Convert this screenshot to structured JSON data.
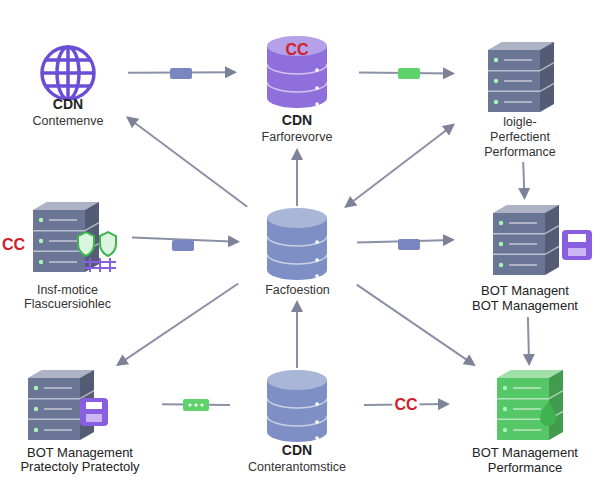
{
  "diagram": {
    "nodes": [
      {
        "text": [
          "CDN",
          "Contemenve"
        ]
      },
      {
        "text": [
          "CC",
          "CDN",
          "Farforevorve"
        ]
      },
      {
        "text": [
          "loigle- Perfectient Performance"
        ]
      },
      {
        "text": [
          "Insf-motice",
          "Flascuersiohlec"
        ]
      },
      {
        "text": [
          "Facfoestion"
        ]
      },
      {
        "text": [
          "BOT Managent",
          "BOT Management"
        ]
      },
      {
        "text": [
          "BOT Management",
          "Pratectoly Pratectoly"
        ]
      },
      {
        "text": [
          "CDN",
          "Conterantomstice"
        ]
      },
      {
        "text": [
          "BOT Management",
          "Performance"
        ]
      }
    ],
    "edges": [
      {
        "from": 0,
        "to": 1,
        "arrow": "to"
      },
      {
        "from": 1,
        "to": 2,
        "arrow": "to"
      },
      {
        "from": 2,
        "to": 5,
        "arrow": "to"
      },
      {
        "from": 5,
        "to": 8,
        "arrow": "to"
      },
      {
        "from": 4,
        "to": 0,
        "arrow": "to"
      },
      {
        "from": 4,
        "to": 1,
        "arrow": "to"
      },
      {
        "from": 4,
        "to": 2,
        "arrow": "both"
      },
      {
        "from": 3,
        "to": 4,
        "arrow": "to"
      },
      {
        "from": 4,
        "to": 5,
        "arrow": "to"
      },
      {
        "from": 4,
        "to": 6,
        "arrow": "to"
      },
      {
        "from": 7,
        "to": 4,
        "arrow": "to"
      },
      {
        "from": 4,
        "to": 8,
        "arrow": "to"
      },
      {
        "from": 6,
        "to": 7,
        "arrow": "none"
      },
      {
        "from": 7,
        "to": 8,
        "arrow": "to",
        "label": "CC"
      }
    ],
    "labels": [
      "CC"
    ]
  }
}
